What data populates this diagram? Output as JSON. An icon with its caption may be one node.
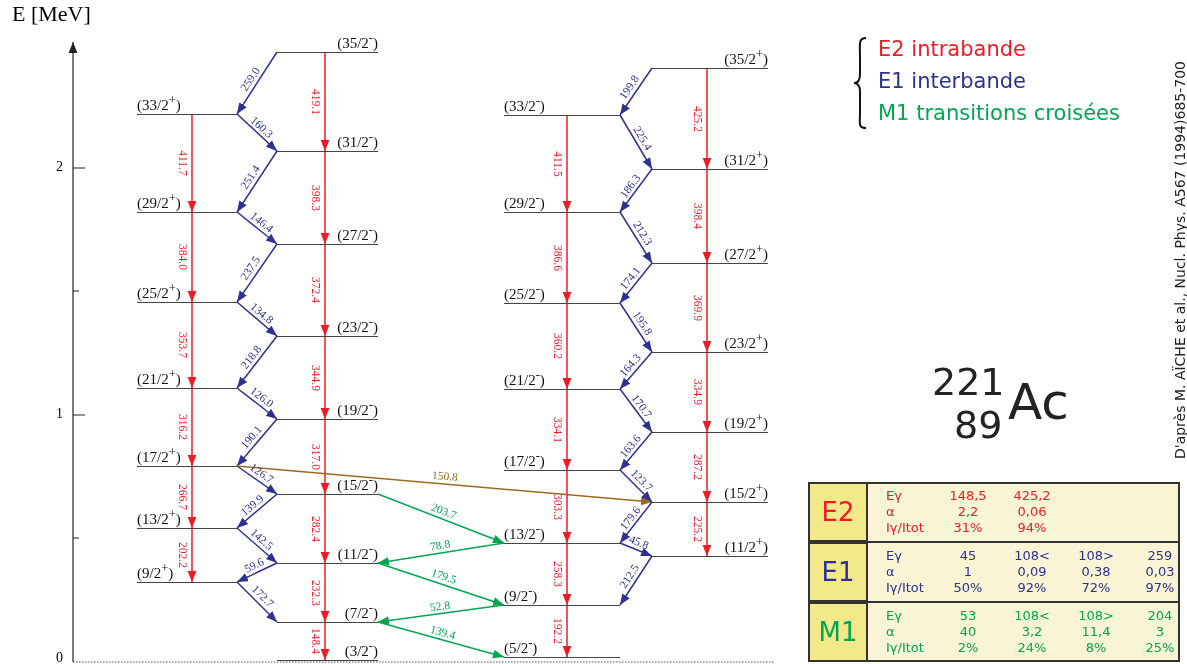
{
  "diagram": {
    "nodes": [
      {
        "text": [
          "(33/2$^{+}$)"
        ]
      },
      {
        "text": [
          "(29/2$^{+}$)"
        ]
      },
      {
        "text": [
          "(25/2$^{+}$)"
        ]
      },
      {
        "text": [
          "(21/2$^{+}$)"
        ]
      },
      {
        "text": [
          "(17/2$^{+}$)"
        ]
      },
      {
        "text": [
          "(13/2$^{+}$)"
        ]
      },
      {
        "text": [
          "(9/2$^{+}$)"
        ]
      },
      {
        "text": [
          "(35/2$^{-}$)"
        ]
      },
      {
        "text": [
          "(31/2$^{-}$)"
        ]
      },
      {
        "text": [
          "(27/2$^{-}$)"
        ]
      },
      {
        "text": [
          "(23/2$^{-}$)"
        ]
      },
      {
        "text": [
          "(19/2$^{-}$)"
        ]
      },
      {
        "text": [
          "(15/2$^{-}$)"
        ]
      },
      {
        "text": [
          "(11/2$^{-}$)"
        ]
      },
      {
        "text": [
          "(7/2$^{-}$)"
        ]
      },
      {
        "text": [
          "(3/2$^{-}$)"
        ]
      },
      {
        "text": [
          "(33/2$^{-}$)"
        ]
      },
      {
        "text": [
          "(29/2$^{-}$)"
        ]
      },
      {
        "text": [
          "(25/2$^{-}$)"
        ]
      },
      {
        "text": [
          "(21/2$^{-}$)"
        ]
      },
      {
        "text": [
          "(17/2$^{-}$)"
        ]
      },
      {
        "text": [
          "(13/2$^{-}$)"
        ]
      },
      {
        "text": [
          "(9/2$^{-}$)"
        ]
      },
      {
        "text": [
          "(5/2$^{-}$)"
        ]
      },
      {
        "text": [
          "(35/2$^{+}$)"
        ]
      },
      {
        "text": [
          "(31/2$^{+}$)"
        ]
      },
      {
        "text": [
          "(27/2$^{+}$)"
        ]
      },
      {
        "text": [
          "(23/2$^{+}$)"
        ]
      },
      {
        "text": [
          "(19/2$^{+}$)"
        ]
      },
      {
        "text": [
          "(15/2$^{+}$)"
        ]
      },
      {
        "text": [
          "(11/2$^{+}$)"
        ]
      }
    ],
    "edges": [
      {
        "from": 0,
        "to": 1,
        "arrow": "to",
        "label": "411.7",
        "color": "#ed1c24"
      },
      {
        "from": 1,
        "to": 2,
        "arrow": "to",
        "label": "384.0",
        "color": "#ed1c24"
      },
      {
        "from": 2,
        "to": 3,
        "arrow": "to",
        "label": "353.7",
        "color": "#ed1c24"
      },
      {
        "from": 3,
        "to": 4,
        "arrow": "to",
        "label": "316.2",
        "color": "#ed1c24"
      },
      {
        "from": 4,
        "to": 5,
        "arrow": "to",
        "label": "266.7",
        "color": "#ed1c24"
      },
      {
        "from": 5,
        "to": 6,
        "arrow": "to",
        "label": "202.2",
        "color": "#ed1c24"
      },
      {
        "from": 7,
        "to": 8,
        "arrow": "to",
        "label": "419.1",
        "color": "#ed1c24"
      },
      {
        "from": 8,
        "to": 9,
        "arrow": "to",
        "label": "398.3",
        "color": "#ed1c24"
      },
      {
        "from": 9,
        "to": 10,
        "arrow": "to",
        "label": "372.4",
        "color": "#ed1c24"
      },
      {
        "from": 10,
        "to": 11,
        "arrow": "to",
        "label": "344.9",
        "color": "#ed1c24"
      },
      {
        "from": 11,
        "to": 12,
        "arrow": "to",
        "label": "317.0",
        "color": "#ed1c24"
      },
      {
        "from": 12,
        "to": 13,
        "arrow": "to",
        "label": "282.4",
        "color": "#ed1c24"
      },
      {
        "from": 13,
        "to": 14,
        "arrow": "to",
        "label": "232.3",
        "color": "#ed1c24"
      },
      {
        "from": 14,
        "to": 15,
        "arrow": "to",
        "label": "148.4",
        "color": "#ed1c24"
      },
      {
        "from": 7,
        "to": 0,
        "arrow": "to",
        "label": "259.0",
        "color": "#2e3192"
      },
      {
        "from": 0,
        "to": 8,
        "arrow": "to",
        "label": "160.3",
        "color": "#2e3192"
      },
      {
        "from": 8,
        "to": 1,
        "arrow": "to",
        "label": "251.4",
        "color": "#2e3192"
      },
      {
        "from": 1,
        "to": 9,
        "arrow": "to",
        "label": "146.4",
        "color": "#2e3192"
      },
      {
        "from": 9,
        "to": 2,
        "arrow": "to",
        "label": "237.5",
        "color": "#2e3192"
      },
      {
        "from": 2,
        "to": 10,
        "arrow": "to",
        "label": "134.8",
        "color": "#2e3192"
      },
      {
        "from": 10,
        "to": 3,
        "arrow": "to",
        "label": "218.8",
        "color": "#2e3192"
      },
      {
        "from": 3,
        "to": 11,
        "arrow": "to",
        "label": "126.0",
        "color": "#2e3192"
      },
      {
        "from": 11,
        "to": 4,
        "arrow": "to",
        "label": "190.1",
        "color": "#2e3192"
      },
      {
        "from": 4,
        "to": 12,
        "arrow": "to",
        "label": "126.7",
        "color": "#2e3192"
      },
      {
        "from": 12,
        "to": 5,
        "arrow": "to",
        "label": "139.9",
        "color": "#2e3192"
      },
      {
        "from": 5,
        "to": 13,
        "arrow": "to",
        "label": "142.5",
        "color": "#2e3192"
      },
      {
        "from": 13,
        "to": 6,
        "arrow": "to",
        "label": "59.6",
        "color": "#2e3192"
      },
      {
        "from": 6,
        "to": 14,
        "arrow": "to",
        "label": "172.7",
        "color": "#2e3192"
      },
      {
        "from": 4,
        "to": 29,
        "arrow": "to",
        "label": "150.8",
        "color": "#9c6a1e"
      },
      {
        "from": 12,
        "to": 21,
        "arrow": "to",
        "label": "203.7",
        "color": "#00a651"
      },
      {
        "from": 21,
        "to": 13,
        "arrow": "to",
        "label": "78.8",
        "color": "#00a651"
      },
      {
        "from": 13,
        "to": 22,
        "arrow": "to",
        "label": "179.5",
        "color": "#00a651"
      },
      {
        "from": 22,
        "to": 14,
        "arrow": "to",
        "label": "52.8",
        "color": "#00a651"
      },
      {
        "from": 14,
        "to": 23,
        "arrow": "to",
        "label": "139.4",
        "color": "#00a651"
      },
      {
        "from": 16,
        "to": 17,
        "arrow": "to",
        "label": "411.5",
        "color": "#ed1c24"
      },
      {
        "from": 17,
        "to": 18,
        "arrow": "to",
        "label": "386.6",
        "color": "#ed1c24"
      },
      {
        "from": 18,
        "to": 19,
        "arrow": "to",
        "label": "360.2",
        "color": "#ed1c24"
      },
      {
        "from": 19,
        "to": 20,
        "arrow": "to",
        "label": "334.1",
        "color": "#ed1c24"
      },
      {
        "from": 20,
        "to": 21,
        "arrow": "to",
        "label": "303.3",
        "color": "#ed1c24"
      },
      {
        "from": 21,
        "to": 22,
        "arrow": "to",
        "label": "258.3",
        "color": "#ed1c24"
      },
      {
        "from": 22,
        "to": 23,
        "arrow": "to",
        "label": "192.2",
        "color": "#ed1c24"
      },
      {
        "from": 24,
        "to": 25,
        "arrow": "to",
        "label": "425.2",
        "color": "#ed1c24"
      },
      {
        "from": 25,
        "to": 26,
        "arrow": "to",
        "label": "398.4",
        "color": "#ed1c24"
      },
      {
        "from": 26,
        "to": 27,
        "arrow": "to",
        "label": "369.9",
        "color": "#ed1c24"
      },
      {
        "from": 27,
        "to": 28,
        "arrow": "to",
        "label": "334.9",
        "color": "#ed1c24"
      },
      {
        "from": 28,
        "to": 29,
        "arrow": "to",
        "label": "287.2",
        "color": "#ed1c24"
      },
      {
        "from": 29,
        "to": 30,
        "arrow": "to",
        "label": "225.2",
        "color": "#ed1c24"
      },
      {
        "from": 24,
        "to": 16,
        "arrow": "to",
        "label": "199.8",
        "color": "#2e3192"
      },
      {
        "from": 16,
        "to": 25,
        "arrow": "to",
        "label": "225.4",
        "color": "#2e3192"
      },
      {
        "from": 25,
        "to": 17,
        "arrow": "to",
        "label": "186.3",
        "color": "#2e3192"
      },
      {
        "from": 17,
        "to": 26,
        "arrow": "to",
        "label": "212.3",
        "color": "#2e3192"
      },
      {
        "from": 26,
        "to": 18,
        "arrow": "to",
        "label": "174.1",
        "color": "#2e3192"
      },
      {
        "from": 18,
        "to": 27,
        "arrow": "to",
        "label": "195.8",
        "color": "#2e3192"
      },
      {
        "from": 27,
        "to": 19,
        "arrow": "to",
        "label": "164.3",
        "color": "#2e3192"
      },
      {
        "from": 19,
        "to": 28,
        "arrow": "to",
        "label": "170.7",
        "color": "#2e3192"
      },
      {
        "from": 28,
        "to": 20,
        "arrow": "to",
        "label": "163.6",
        "color": "#2e3192"
      },
      {
        "from": 20,
        "to": 29,
        "arrow": "to",
        "label": "123.7",
        "color": "#2e3192"
      },
      {
        "from": 29,
        "to": 21,
        "arrow": "to",
        "label": "179.6",
        "color": "#2e3192"
      },
      {
        "from": 21,
        "to": 30,
        "arrow": "to",
        "label": "45.8",
        "color": "#2e3192"
      },
      {
        "from": 30,
        "to": 22,
        "arrow": "to",
        "label": "212.5",
        "color": "#2e3192"
      }
    ],
    "labels": [
      "E [MeV]",
      "2",
      "1",
      "0",
      "221",
      "89",
      "Ac",
      "D'après M. AÏCHE et al., Nucl. Phys. A567 (1994)685-700",
      "E2",
      "Eγ",
      "148,5",
      "425,2",
      "α",
      "2,2",
      "0,06",
      "Iγ/Itot",
      "31%",
      "94%",
      "E1",
      "Eγ",
      "45",
      "108<",
      "108>",
      "259",
      "α",
      "1",
      "0,09",
      "0,38",
      "0,03",
      "Iγ/Itot",
      "50%",
      "92%",
      "72%",
      "97%",
      "M1",
      "Eγ",
      "53",
      "108<",
      "108>",
      "204",
      "α",
      "40",
      "3,2",
      "11,4",
      "3",
      "Iγ/Itot",
      "2%",
      "24%",
      "8%",
      "25%"
    ],
    "legend": [
      {
        "text": "E2 intrabande",
        "color": "#ed1c24"
      },
      {
        "text": "E1 interbande",
        "color": "#2e3192"
      },
      {
        "text": "M1 transitions croisées",
        "color": "#00a651"
      }
    ]
  }
}
